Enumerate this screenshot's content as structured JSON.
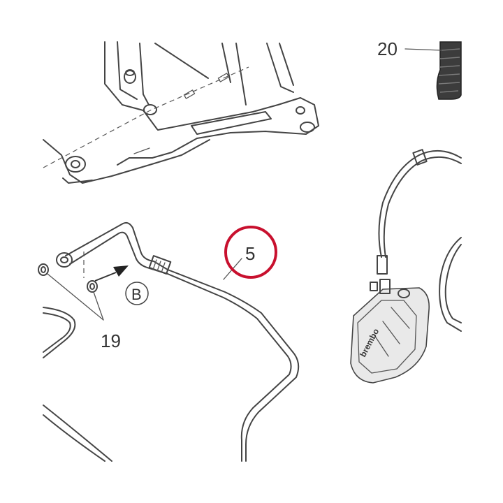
{
  "callouts": {
    "part_20": "20",
    "part_5": "5",
    "part_19": "19",
    "view_b": "B"
  },
  "highlight": {
    "color": "#c8102e"
  },
  "caliper": {
    "brand": "brembo"
  }
}
